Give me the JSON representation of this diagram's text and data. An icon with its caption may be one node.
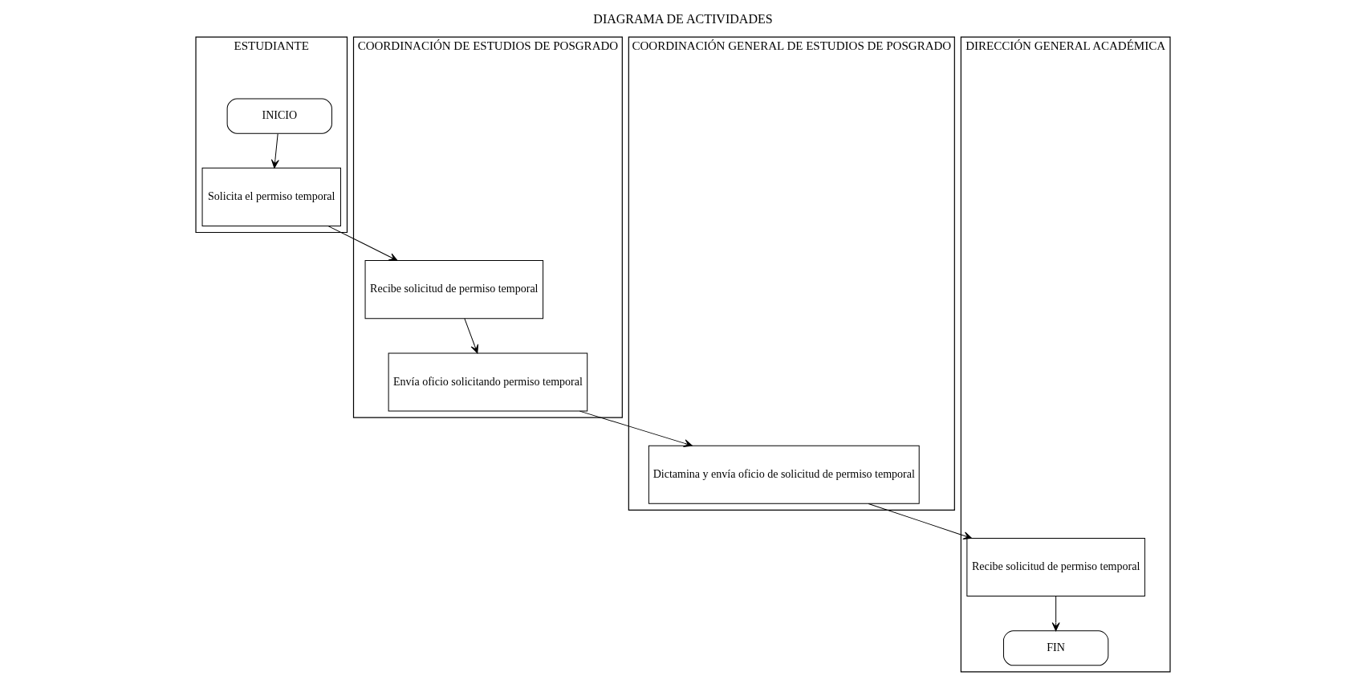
{
  "diagram": {
    "title": "DIAGRAMA DE ACTIVIDADES",
    "nodes": [
      {
        "text": [
          "ESTUDIANTE"
        ]
      },
      {
        "text": [
          "INICIO"
        ],
        "in": 0
      },
      {
        "text": [
          "Solicita el permiso temporal"
        ],
        "in": 0
      },
      {
        "text": [
          "COORDINACIÓN DE ESTUDIOS DE POSGRADO"
        ]
      },
      {
        "text": [
          "Recibe solicitud de permiso temporal"
        ],
        "in": 3
      },
      {
        "text": [
          "Envía oficio solicitando permiso temporal"
        ],
        "in": 3
      },
      {
        "text": [
          "COORDINACIÓN GENERAL DE ESTUDIOS DE POSGRADO"
        ]
      },
      {
        "text": [
          "Dictamina y envía oficio de solicitud de permiso temporal"
        ],
        "in": 6
      },
      {
        "text": [
          "DIRECCIÓN GENERAL ACADÉMICA"
        ]
      },
      {
        "text": [
          "Recibe solicitud de permiso temporal"
        ],
        "in": 8
      },
      {
        "text": [
          "FIN"
        ],
        "in": 8
      }
    ],
    "edges": [
      {
        "from": 1,
        "to": 2,
        "arrow": "to"
      },
      {
        "from": 2,
        "to": 4,
        "arrow": "to"
      },
      {
        "from": 4,
        "to": 5,
        "arrow": "to"
      },
      {
        "from": 5,
        "to": 7,
        "arrow": "to"
      },
      {
        "from": 7,
        "to": 9,
        "arrow": "to"
      },
      {
        "from": 9,
        "to": 10,
        "arrow": "to"
      }
    ]
  }
}
